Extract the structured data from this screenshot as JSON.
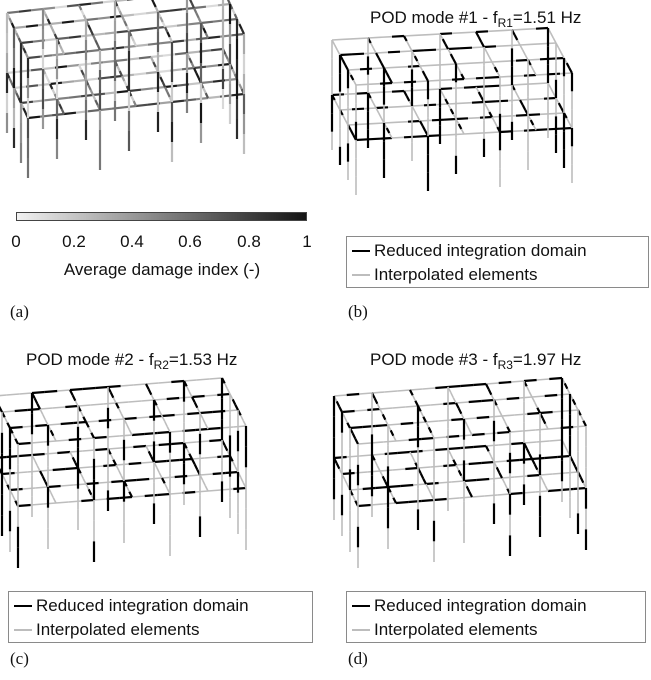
{
  "panels": {
    "a": {
      "label": "(a)",
      "colorbar": {
        "ticks": [
          "0",
          "0.2",
          "0.4",
          "0.6",
          "0.8",
          "1"
        ],
        "label": "Average damage index (-)",
        "range": [
          0,
          1
        ],
        "colors": [
          "#f2f2f2",
          "#141414"
        ]
      }
    },
    "b": {
      "label": "(b)",
      "title_prefix": "POD mode #1 - f",
      "title_sub": "R1",
      "title_suffix": "=1.51 Hz",
      "legend": [
        {
          "label": "Reduced integration domain",
          "color": "#000000"
        },
        {
          "label": "Interpolated elements",
          "color": "#bdbdbd"
        }
      ]
    },
    "c": {
      "label": "(c)",
      "title_prefix": "POD mode #2 - f",
      "title_sub": "R2",
      "title_suffix": "=1.53 Hz",
      "legend": [
        {
          "label": "Reduced integration domain",
          "color": "#000000"
        },
        {
          "label": "Interpolated elements",
          "color": "#bdbdbd"
        }
      ]
    },
    "d": {
      "label": "(d)",
      "title_prefix": "POD mode #3 - f",
      "title_sub": "R3",
      "title_suffix": "=1.97 Hz",
      "legend": [
        {
          "label": "Reduced integration domain",
          "color": "#000000"
        },
        {
          "label": "Interpolated elements",
          "color": "#bdbdbd"
        }
      ]
    }
  },
  "colors": {
    "reduced": "#000000",
    "interpolated": "#bdbdbd"
  }
}
